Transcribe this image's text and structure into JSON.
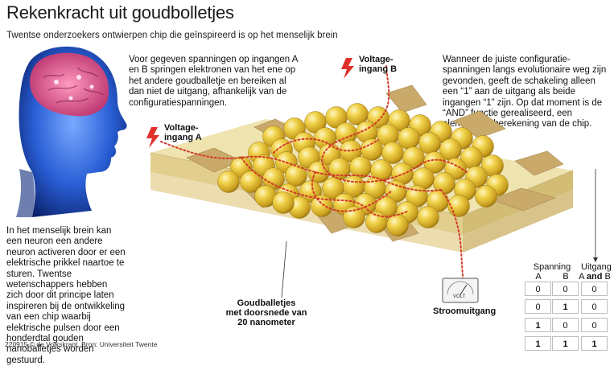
{
  "title": "Rekenkracht uit goudbolletjes",
  "subtitle": "Twentse onderzoekers ontwierpen chip die geïnspireerd is op het menselijk brein",
  "intro_text": "Voor gegeven spanningen op ingangen A en B springen elektronen van het ene op het andere goudballetje en bereiken al dan niet de uitgang, afhankelijk van de configuratiespanningen.",
  "right_text": "Wanneer de juiste configuratie-spanningen langs evolutionaire weg zijn gevonden, geeft de schakeling alleen een “1” aan de uitgang als beide ingangen “1” zijn. Op dat moment is de “AND” functie gerealiseerd, een elementaire berekening van de chip.",
  "left_text": "In het menselijk brein kan een neuron een andere neuron activeren door er een elektrische prikkel naartoe te sturen. Twentse wetenschappers hebben zich door dit principe laten inspireren bij de ontwikkeling van een chip waarbij elektrische pulsen door een honderdtal gouden nanoballetjes worden gestuurd.",
  "labels": {
    "voltage_a_line1": "Voltage-",
    "voltage_a_line2": "ingang A",
    "voltage_b_line1": "Voltage-",
    "voltage_b_line2": "ingang B",
    "gold_line1": "Goudballetjes",
    "gold_line2": "met doorsnede van",
    "gold_line3": "20 nanometer",
    "output": "Stroomuitgang",
    "meter": "VOLT"
  },
  "truth_table": {
    "header_input": "Spanning",
    "header_output_1": "Uitgang",
    "header_output_2_plain": "A",
    "header_output_2_bold": "and",
    "header_output_2_end": "B",
    "col_a": "A",
    "col_b": "B",
    "rows": [
      {
        "a": "0",
        "b": "0",
        "out": "0",
        "bold": false
      },
      {
        "a": "0",
        "b": "1",
        "out": "0",
        "bold": false
      },
      {
        "a": "1",
        "b": "0",
        "out": "0",
        "bold": false
      },
      {
        "a": "1",
        "b": "1",
        "out": "1",
        "bold": true
      }
    ]
  },
  "credit": "220915 © de Volkskrant. Bron: Universiteit Twente",
  "colors": {
    "gold": "#d9b630",
    "chip_top": "#efe3b0",
    "chip_side": "#d8c48a",
    "electrode": "#c9aa6b",
    "path": "#d23a2a",
    "lightning": "#e0302a",
    "brain": "#d9557a"
  }
}
